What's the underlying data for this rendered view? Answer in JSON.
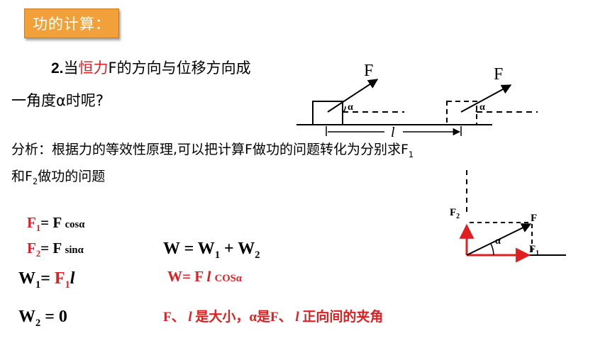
{
  "title": "功的计算：",
  "problem": {
    "num": "2.",
    "pre": "当",
    "highlight": "恒力",
    "post": "F的方向与位移方向成",
    "line2": "一角度α时呢?"
  },
  "analysis": {
    "text_a": "分析：根据力的等效性原理,可以把计算F做功的问题转化为分别求F",
    "sub1": "1",
    "text_b": "和F",
    "sub2": "2",
    "text_c": "做功的问题"
  },
  "diagram_top": {
    "force_label_1": "F",
    "force_label_2": "F",
    "angle_label_1": "α",
    "angle_label_2": "α",
    "displacement_label": "l"
  },
  "diagram_right": {
    "f2_label": "F",
    "f2_sub": "2",
    "f_label": "F",
    "f1_label": "F",
    "f1_sub": "1",
    "angle_label": "α"
  },
  "formulas": {
    "f1_name": "F",
    "f1_sub": "1",
    "f1_rest": "= F",
    "f1_trig": "cosα",
    "f2_name": "F",
    "f2_sub": "2",
    "f2_rest": "= F",
    "f2_trig": "sinα",
    "w1_name": "W",
    "w1_sub": "1",
    "w1_eq": "=",
    "w1_f": "F",
    "w1_fsub": "1",
    "w1_l": "l",
    "w2_name": "W",
    "w2_sub": "2",
    "w2_rest": "= 0",
    "w_sum": "W = W",
    "w_sum_sub1": "1",
    "w_sum_plus": " + W",
    "w_sum_sub2": "2",
    "w_result_a": "W= F",
    "w_result_l": "l",
    "w_result_b": "COSα",
    "note_a": "F、",
    "note_l1": "l",
    "note_b": "是大小，α是F、",
    "note_l2": "l",
    "note_c": "正向间的夹角"
  }
}
